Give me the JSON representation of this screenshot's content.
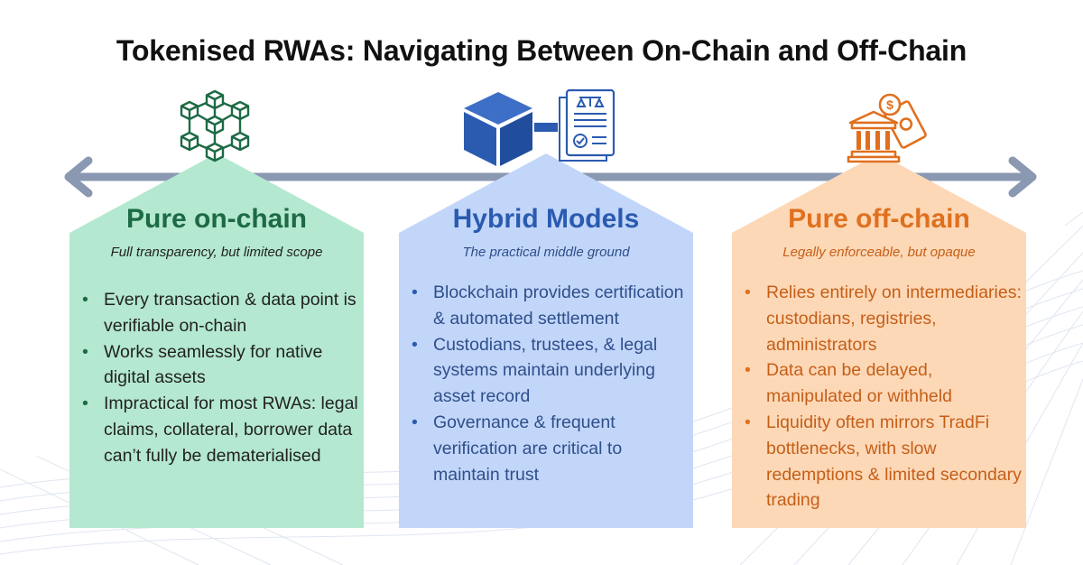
{
  "title": "Tokenised RWAs: Navigating Between On-Chain and Off-Chain",
  "colors": {
    "on_chain_fill": "#b4e8d0",
    "hybrid_fill": "#c2d6f9",
    "off_chain_fill": "#fcd8b7",
    "arrow": "#8a98b2",
    "on_chain_text": "#1d6a45",
    "hybrid_text": "#2a5bb0",
    "off_chain_text": "#e0701f"
  },
  "cards": [
    {
      "heading": "Pure on-chain",
      "subtitle": "Full transparency, but limited scope",
      "icon": "blockchain-network-icon",
      "bullets": [
        "Every transaction & data point is verifiable on-chain",
        "Works seamlessly for native digital assets",
        "Impractical for most RWAs: legal claims, collateral, borrower data can’t fully be dematerialised"
      ]
    },
    {
      "heading": "Hybrid Models",
      "subtitle": "The practical middle ground",
      "icon": "cube-document-icon",
      "bullets": [
        "Blockchain provides certification & automated settlement",
        "Custodians, trustees, & legal systems maintain underlying asset record",
        "Governance & frequent verification are critical to maintain trust"
      ]
    },
    {
      "heading": "Pure off-chain",
      "subtitle": "Legally enforceable, but opaque",
      "icon": "bank-money-icon",
      "bullets": [
        "Relies entirely on intermediaries: custodians, registries, administrators",
        "Data can be delayed, manipulated or withheld",
        "Liquidity often mirrors TradFi bottlenecks, with slow redemptions & limited secondary trading"
      ]
    }
  ]
}
